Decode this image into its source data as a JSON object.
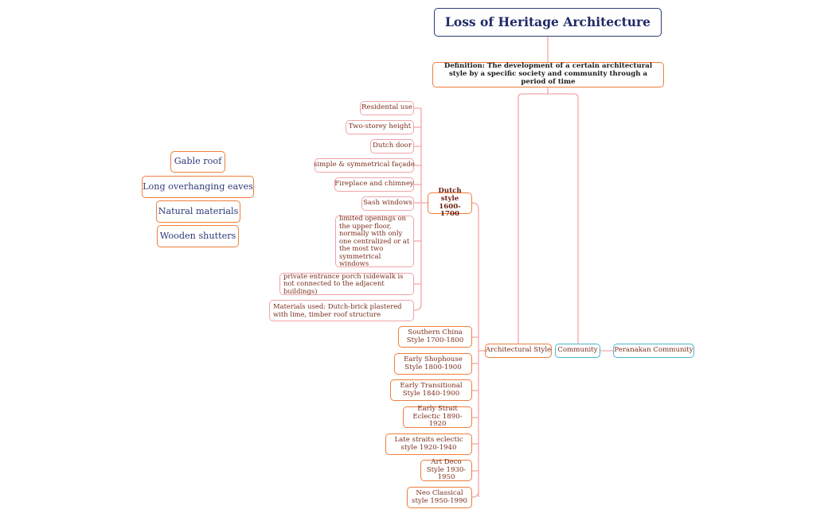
{
  "root": {
    "title": "Loss of Heritage Architecture"
  },
  "definition": {
    "text": "Definition: The development of a certain architectural style by a specific society and community through a period of time"
  },
  "branches": {
    "architectural_style": "Architectural Style",
    "community": "Community",
    "peranakan": "Peranakan Community"
  },
  "dutch": {
    "label": "Dutch style 1600-1700",
    "features": [
      "Residental use",
      "Two-storey height",
      "Dutch door",
      "simple & symmetrical façade",
      "Fireplace and chimney",
      "Sash windows",
      "limited openings on the upper floor, normally with only one centralized or at the most two symmetrical windows",
      "private entrance porch (sidewalk is not connected to the adjacent buildings)",
      "Materials used: Dutch-brick plastered with lime, timber roof structure"
    ]
  },
  "styles": [
    "Southern China Style 1700-1800",
    "Early Shophouse Style 1800-1900",
    "Early Transitional Style 1840-1900",
    "Early Strait Eclectic 1890-1920",
    "Late straits eclectic style 1920-1940",
    "Art Deco Style 1930-1950",
    "Neo Classical style 1950-1990"
  ],
  "floating": [
    "Gable roof",
    "Long overhanging eaves",
    "Natural materials",
    "Wooden shutters"
  ],
  "colors": {
    "root_border": "#2f3a78",
    "orange": "#ee7d3b",
    "teal": "#4bb7cf",
    "pink": "#f0a4a8"
  }
}
